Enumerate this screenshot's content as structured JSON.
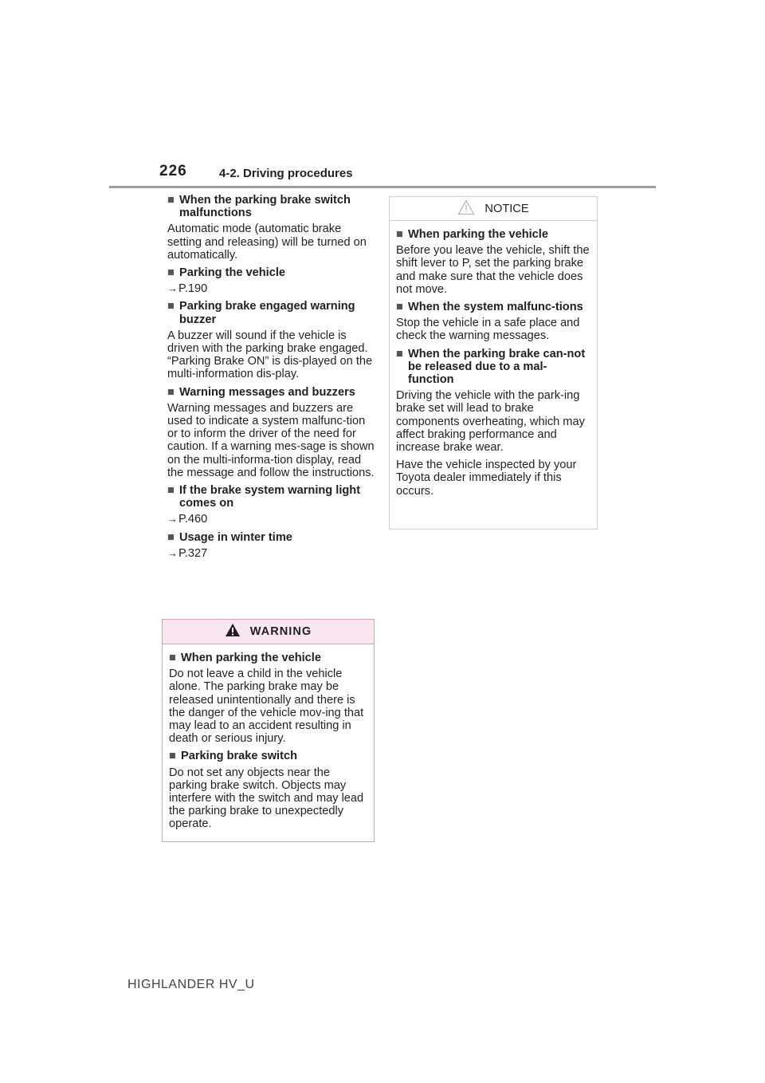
{
  "header": {
    "page_number": "226",
    "chapter": "4-2. Driving procedures"
  },
  "left_column": [
    {
      "heading": "When the parking brake switch malfunctions",
      "paragraphs": [
        "Automatic mode (automatic brake setting and releasing) will be turned on automatically."
      ]
    },
    {
      "heading": "Parking the vehicle",
      "ref": "P.190"
    },
    {
      "heading": "Parking brake engaged warning buzzer",
      "paragraphs": [
        "A buzzer will sound if the vehicle is driven with the parking brake engaged. “Parking Brake ON” is dis-played on the multi-information dis-play."
      ]
    },
    {
      "heading": "Warning messages and buzzers",
      "paragraphs": [
        "Warning messages and buzzers are used to indicate a system malfunc-tion or to inform the driver of the need for caution. If a warning mes-sage is shown on the multi-informa-tion display, read the message and follow the instructions."
      ]
    },
    {
      "heading": "If the brake system warning light comes on",
      "ref": "P.460"
    },
    {
      "heading": "Usage in winter time",
      "ref": "P.327"
    }
  ],
  "warning_box": {
    "title": "WARNING",
    "sections": [
      {
        "heading": "When parking the vehicle",
        "paragraphs": [
          "Do not leave a child in the vehicle alone. The parking brake may be released unintentionally and there is the danger of the vehicle mov-ing that may lead to an accident resulting in death or serious injury."
        ]
      },
      {
        "heading": "Parking brake switch",
        "paragraphs": [
          "Do not set any objects near the parking brake switch. Objects may interfere with the switch and may lead the parking brake to unexpectedly operate."
        ]
      }
    ]
  },
  "notice_box": {
    "title": "NOTICE",
    "sections": [
      {
        "heading": "When parking the vehicle",
        "paragraphs": [
          "Before you leave the vehicle, shift the shift lever to P, set the parking brake and make sure that the vehicle does not move."
        ]
      },
      {
        "heading": "When the system malfunc-tions",
        "paragraphs": [
          "Stop the vehicle in a safe place and check the warning messages."
        ]
      },
      {
        "heading": "When the parking brake can-not be released due to a mal-function",
        "paragraphs": [
          "Driving the vehicle with the park-ing brake set will lead to brake components overheating, which may affect braking performance and increase brake wear.",
          "Have the vehicle inspected by your Toyota dealer immediately if this occurs."
        ]
      }
    ]
  },
  "footer": {
    "model": "HIGHLANDER HV_U"
  },
  "symbols": {
    "bullet": "■",
    "arrow": "→",
    "bullet_color": "#555555",
    "warning_accent": "#e39ac0"
  }
}
